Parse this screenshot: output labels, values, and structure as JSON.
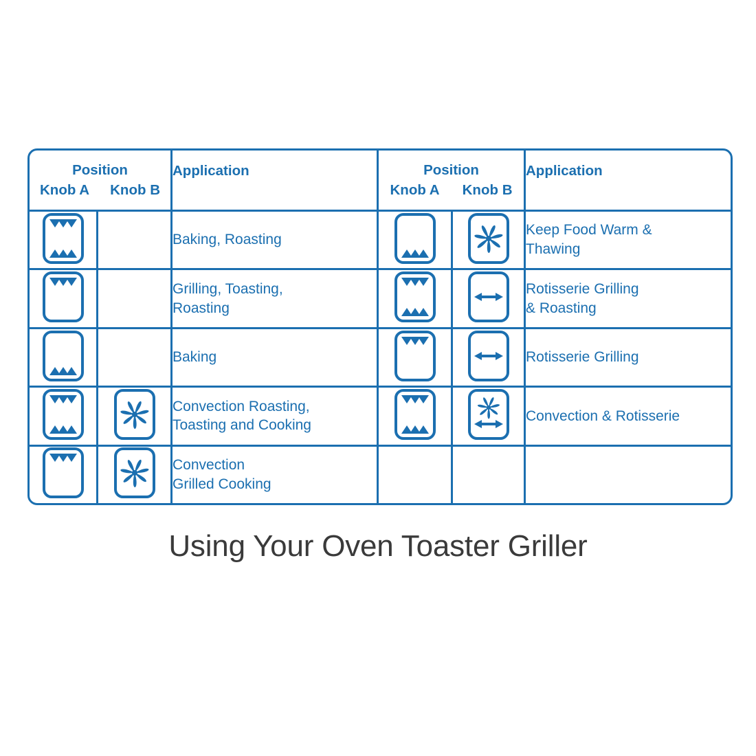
{
  "caption": "Using Your Oven Toaster Griller",
  "colors": {
    "accent_blue": "#1B6FB0",
    "caption_gray": "#3A3A3A",
    "background": "#FFFFFF"
  },
  "table": {
    "headers": {
      "left": {
        "position": "Position",
        "knob_a": "Knob A",
        "knob_b": "Knob B",
        "application": "Application"
      },
      "right": {
        "position": "Position",
        "knob_a": "Knob A",
        "knob_b": "Knob B",
        "application": "Application"
      }
    },
    "left_rows": [
      {
        "knob_a_icon": "oven-top-and-bottom-heat-icon",
        "knob_b_icon": "",
        "application": "Baking,  Roasting",
        "application_line2": ""
      },
      {
        "knob_a_icon": "oven-top-heat-icon",
        "knob_b_icon": "",
        "application": "Grilling, Toasting,",
        "application_line2": "Roasting"
      },
      {
        "knob_a_icon": "oven-bottom-heat-icon",
        "knob_b_icon": "",
        "application": "Baking",
        "application_line2": ""
      },
      {
        "knob_a_icon": "oven-top-and-bottom-heat-icon",
        "knob_b_icon": "convection-fan-icon",
        "application": "Convection Roasting,",
        "application_line2": "Toasting and Cooking"
      },
      {
        "knob_a_icon": "oven-top-heat-icon",
        "knob_b_icon": "convection-fan-icon",
        "application": "Convection",
        "application_line2": "Grilled Cooking"
      }
    ],
    "right_rows": [
      {
        "knob_a_icon": "oven-bottom-heat-icon",
        "knob_b_icon": "convection-fan-icon",
        "application": "Keep Food Warm &",
        "application_line2": "Thawing"
      },
      {
        "knob_a_icon": "oven-top-and-bottom-heat-icon",
        "knob_b_icon": "rotisserie-arrow-icon",
        "application": "Rotisserie Grilling",
        "application_line2": "& Roasting"
      },
      {
        "knob_a_icon": "oven-top-heat-icon",
        "knob_b_icon": "rotisserie-arrow-icon",
        "application": "Rotisserie  Grilling",
        "application_line2": ""
      },
      {
        "knob_a_icon": "oven-top-and-bottom-heat-icon",
        "knob_b_icon": "convection-rotisserie-icon",
        "application": "Convection & Rotisserie",
        "application_line2": ""
      },
      {
        "knob_a_icon": "",
        "knob_b_icon": "",
        "application": "",
        "application_line2": ""
      }
    ]
  }
}
